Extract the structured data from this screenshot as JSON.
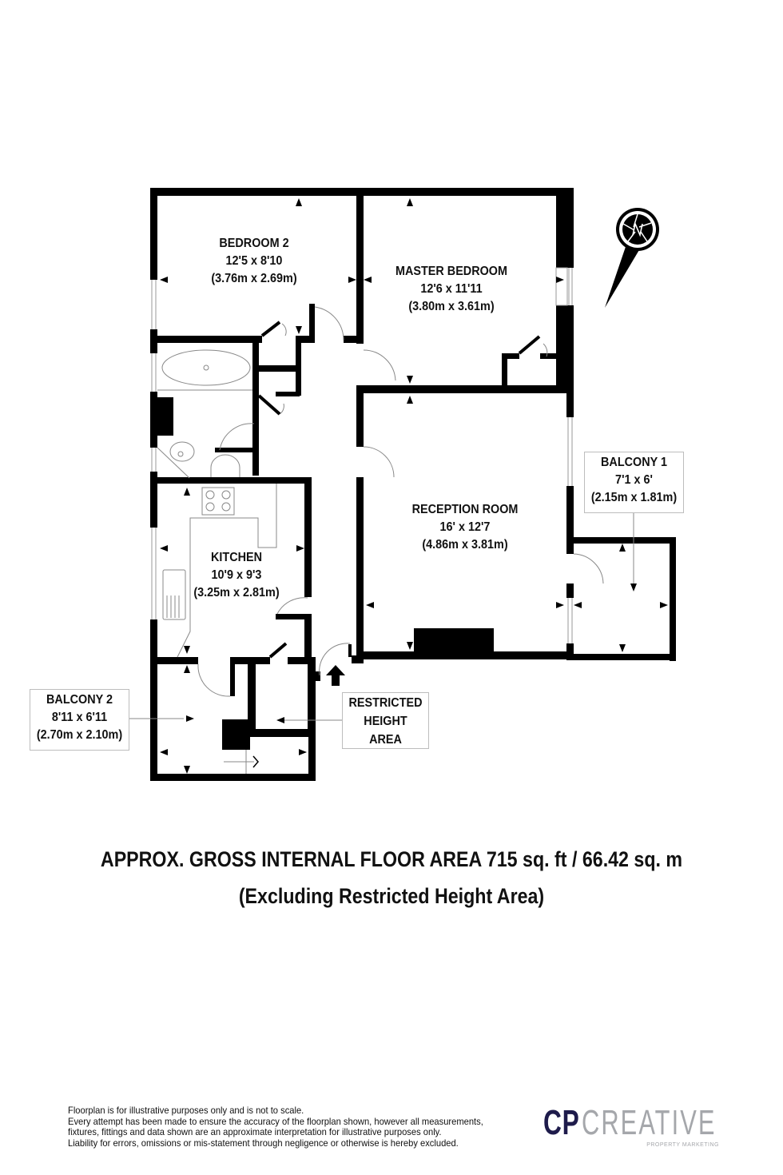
{
  "floorplan": {
    "rooms": [
      {
        "name": "BEDROOM 2",
        "imperial": "12'5 x 8'10",
        "metric": "(3.76m x 2.69m)"
      },
      {
        "name": "MASTER BEDROOM",
        "imperial": "12'6 x 11'11",
        "metric": "(3.80m x 3.61m)"
      },
      {
        "name": "RECEPTION ROOM",
        "imperial": "16' x 12'7",
        "metric": "(4.86m x 3.81m)"
      },
      {
        "name": "KITCHEN",
        "imperial": "10'9 x 9'3",
        "metric": "(3.25m x 2.81m)"
      }
    ],
    "callouts": [
      {
        "name": "BALCONY 1",
        "imperial": "7'1 x 6'",
        "metric": "(2.15m x 1.81m)"
      },
      {
        "name": "BALCONY 2",
        "imperial": "8'11 x 6'11",
        "metric": "(2.70m x 2.10m)"
      },
      {
        "lines": [
          "RESTRICTED",
          "HEIGHT",
          "AREA"
        ]
      }
    ],
    "compass_icon": "north-compass-icon",
    "entrance_icon": "entrance-arrow-icon"
  },
  "area": {
    "title": "APPROX. GROSS INTERNAL FLOOR AREA 715 sq. ft / 66.42 sq. m",
    "subtitle": "(Excluding Restricted Height Area)"
  },
  "disclaimer": {
    "lines": [
      "Floorplan is for illustrative purposes only and is not to scale.",
      "Every attempt has been made to ensure the accuracy of the floorplan shown, however all measurements,",
      "fixtures, fittings and data shown are an approximate interpretation for illustrative purposes only.",
      "Liability for errors, omissions or mis-statement through negligence or otherwise is hereby excluded."
    ]
  },
  "logo": {
    "cp": "CP",
    "creative": "CREATIVE",
    "tagline": "PROPERTY MARKETING",
    "colors": {
      "cp": "#1e1b4b",
      "creative": "#a5a7ab"
    }
  }
}
